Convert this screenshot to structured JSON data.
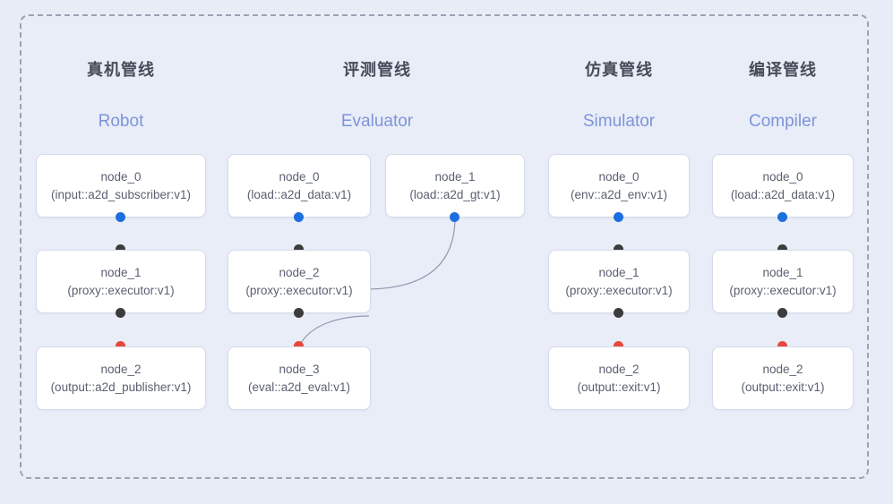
{
  "diagram": {
    "title_visible": false,
    "frame": {
      "style": "dashed",
      "color": "#9aa3b4"
    },
    "background_color": "#e8ecf7",
    "accent_color": "#7d94d8",
    "dot_colors": {
      "input": "#1d6fe0",
      "link": "#3c3c3c",
      "output": "#e8483b"
    }
  },
  "columns": [
    {
      "title_cn": "真机管线",
      "title_en": "Robot",
      "nodes": [
        {
          "name": "node_0",
          "spec": "(input::a2d_subscriber:v1)"
        },
        {
          "name": "node_1",
          "spec": "(proxy::executor:v1)"
        },
        {
          "name": "node_2",
          "spec": "(output::a2d_publisher:v1)"
        }
      ]
    },
    {
      "title_cn": "评测管线",
      "title_en": "Evaluator",
      "nodes": [
        {
          "name": "node_0",
          "spec": "(load::a2d_data:v1)"
        },
        {
          "name": "node_2",
          "spec": "(proxy::executor:v1)"
        },
        {
          "name": "node_3",
          "spec": "(eval::a2d_eval:v1)"
        }
      ],
      "side_nodes": [
        {
          "name": "node_1",
          "spec": "(load::a2d_gt:v1)"
        }
      ]
    },
    {
      "title_cn": "仿真管线",
      "title_en": "Simulator",
      "nodes": [
        {
          "name": "node_0",
          "spec": "(env::a2d_env:v1)"
        },
        {
          "name": "node_1",
          "spec": "(proxy::executor:v1)"
        },
        {
          "name": "node_2",
          "spec": "(output::exit:v1)"
        }
      ]
    },
    {
      "title_cn": "编译管线",
      "title_en": "Compiler",
      "nodes": [
        {
          "name": "node_0",
          "spec": "(load::a2d_data:v1)"
        },
        {
          "name": "node_1",
          "spec": "(proxy::executor:v1)"
        },
        {
          "name": "node_2",
          "spec": "(output::exit:v1)"
        }
      ]
    }
  ]
}
